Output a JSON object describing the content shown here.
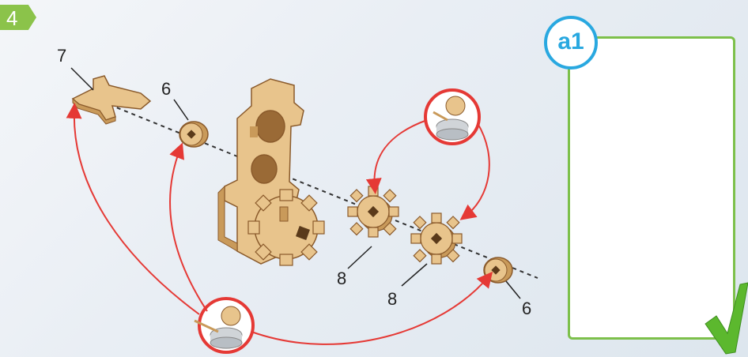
{
  "step": {
    "number": "4"
  },
  "labels": {
    "part_7": "7",
    "part_6_top": "6",
    "part_8_a": "8",
    "part_8_b": "8",
    "part_6_bottom": "6"
  },
  "result_panel": {
    "badge": "a1"
  },
  "colors": {
    "wood": "#e8c48c",
    "wood_dark": "#c99a5a",
    "wood_edge": "#8a5a2b",
    "arrow": "#e53935",
    "badge_green": "#8bc34a",
    "panel_border": "#7dc04b",
    "accent_blue": "#29a8e0",
    "check": "#5cb82e"
  },
  "icons": [
    "glue-jar-icon",
    "checkmark-icon",
    "arrow-icon"
  ]
}
